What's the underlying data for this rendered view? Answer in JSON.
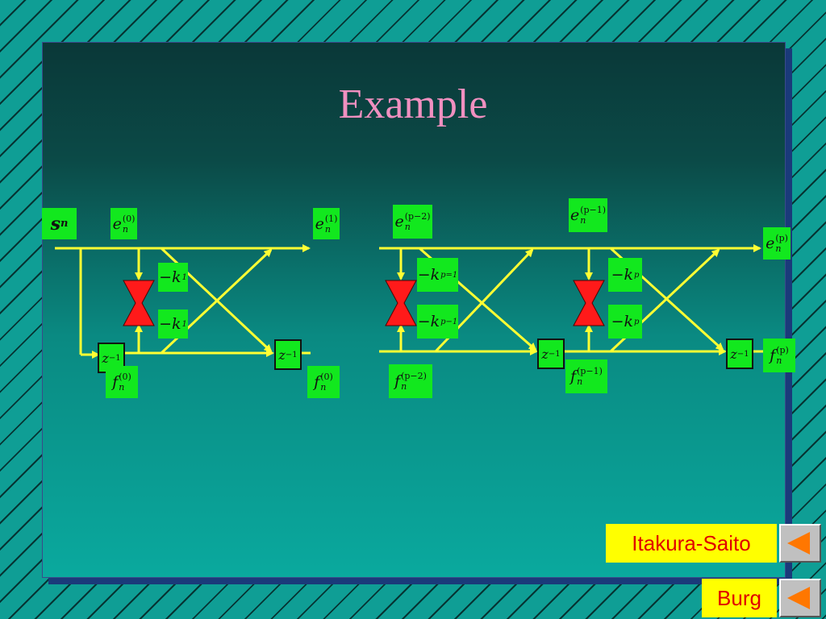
{
  "slide": {
    "title": "Example"
  },
  "input_signal": {
    "base": "s",
    "sub": "n"
  },
  "stage1": {
    "e_in": {
      "base": "e",
      "sub": "n",
      "sup": "(0)"
    },
    "e_out": {
      "base": "e",
      "sub": "n",
      "sup": "(1)"
    },
    "f_in": {
      "base": "f",
      "sub": "n",
      "sup": "(0)"
    },
    "f_out": {
      "base": "f",
      "sub": "n",
      "sup": "(0)"
    },
    "k_top": {
      "prefix": "−k",
      "sub": "1"
    },
    "k_bottom": {
      "prefix": "−k",
      "sub": "1"
    },
    "delay_left": {
      "base": "z",
      "sup": "−1"
    },
    "delay_right": {
      "base": "z",
      "sup": "−1"
    }
  },
  "stage2": {
    "e_in": {
      "base": "e",
      "sub": "n",
      "sup": "(p−2)"
    },
    "f_in": {
      "base": "f",
      "sub": "n",
      "sup": "(p−2)"
    },
    "k_top": {
      "prefix": "−k",
      "sub": "p=1"
    },
    "k_bottom": {
      "prefix": "−k",
      "sub": "p−1"
    },
    "delay": {
      "base": "z",
      "sup": "−1"
    }
  },
  "stage3": {
    "e_in": {
      "base": "e",
      "sub": "n",
      "sup": "(p−1)"
    },
    "f_in": {
      "base": "f",
      "sub": "n",
      "sup": "(p−1)"
    },
    "e_out": {
      "base": "e",
      "sub": "n",
      "sup": "(p)"
    },
    "f_out": {
      "base": "f",
      "sub": "n",
      "sup": "(p)"
    },
    "k_top": {
      "prefix": "−k",
      "sub": "p"
    },
    "k_bottom": {
      "prefix": "−k",
      "sub": "p"
    },
    "delay": {
      "base": "z",
      "sup": "−1"
    }
  },
  "nav": {
    "itakura_label": "Itakura-Saito",
    "burg_label": "Burg"
  },
  "colors": {
    "background": "#0f9e95",
    "line": "#ffff33",
    "label_box": "#12e81e",
    "multiplier": "#ff1a1a",
    "title": "#f090c0",
    "nav_bg": "#ffff00",
    "nav_text": "#e00000",
    "nav_arrow": "#ff7700"
  }
}
